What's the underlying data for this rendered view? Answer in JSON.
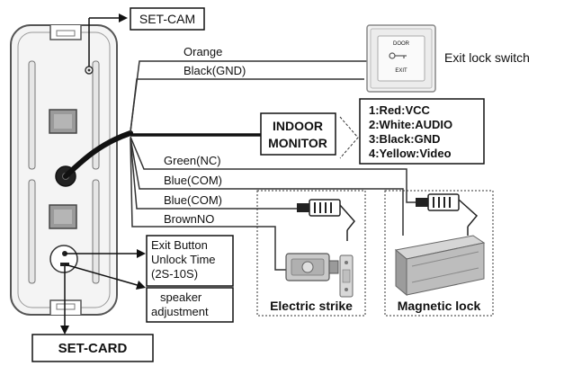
{
  "labels": {
    "set_cam": "SET-CAM",
    "set_card": "SET-CARD",
    "exit_lock_switch": "Exit lock switch",
    "indoor_monitor_line1": "INDOOR",
    "indoor_monitor_line2": "MONITOR",
    "electric_strike": "Electric strike",
    "magnetic_lock": "Magnetic lock",
    "exit_button_info": [
      "Exit Button",
      "Unlock Time",
      "(2S-10S)"
    ],
    "speaker_adjustment": [
      "speaker",
      "adjustment"
    ]
  },
  "wires": {
    "orange": "Orange",
    "black_gnd": "Black(GND)",
    "green_nc": "Green(NC)",
    "blue_com_1": "Blue(COM)",
    "blue_com_2": "Blue(COM)",
    "brown_no": "BrownNO"
  },
  "monitor_pins": [
    "1:Red:VCC",
    "2:White:AUDIO",
    "3:Black:GND",
    "4:Yellow:Video"
  ],
  "switch_face": {
    "top_text": "DOOR",
    "bottom_text": "EXIT"
  },
  "colors": {
    "panel_fill": "#f4f4f4",
    "panel_stroke": "#555555",
    "ink": "#111111",
    "wire": "#333333"
  }
}
